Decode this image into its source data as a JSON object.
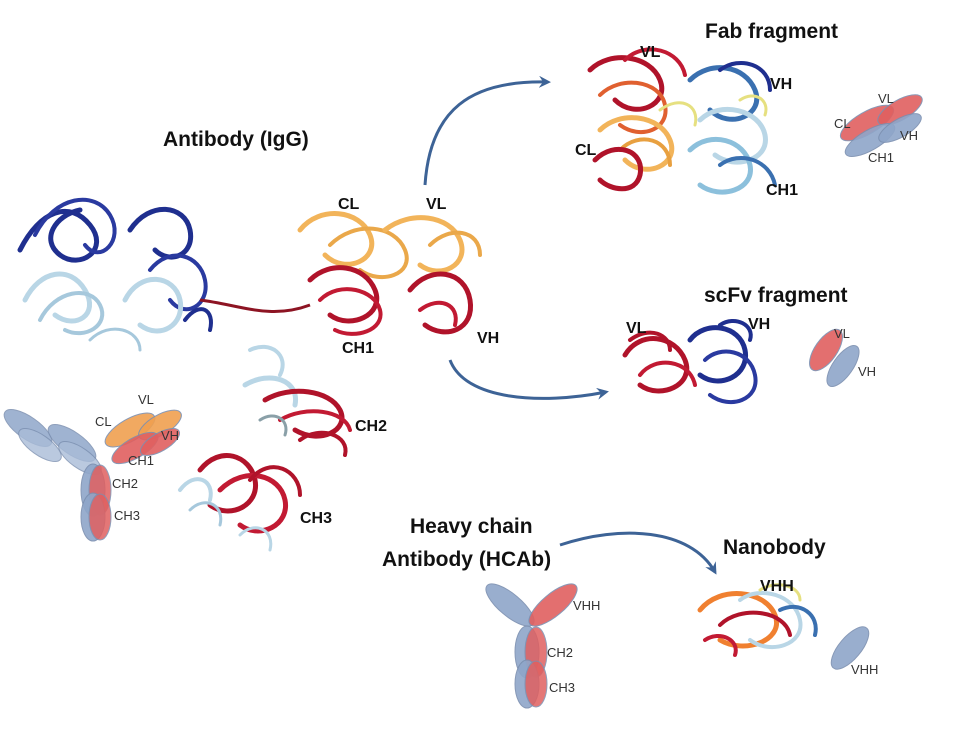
{
  "titles": {
    "igg": "Antibody (IgG)",
    "fab": "Fab fragment",
    "scfv": "scFv fragment",
    "hcab_line1": "Heavy chain",
    "hcab_line2": "Antibody (HCAb)",
    "nanobody": "Nanobody"
  },
  "structure_labels": {
    "igg_cl": "CL",
    "igg_vl": "VL",
    "igg_ch1": "CH1",
    "igg_vh": "VH",
    "igg_ch2": "CH2",
    "igg_ch3": "CH3",
    "fab_vl": "VL",
    "fab_vh": "VH",
    "fab_cl": "CL",
    "fab_ch1": "CH1",
    "scfv_vl": "VL",
    "scfv_vh": "VH",
    "nano_vhh": "VHH"
  },
  "schematic_labels": {
    "igg_vl": "VL",
    "igg_cl": "CL",
    "igg_vh": "VH",
    "igg_ch1": "CH1",
    "igg_ch2": "CH2",
    "igg_ch3": "CH3",
    "fab_vl": "VL",
    "fab_cl": "CL",
    "fab_vh": "VH",
    "fab_ch1": "CH1",
    "scfv_vl": "VL",
    "scfv_vh": "VH",
    "hcab_vhh": "VHH",
    "hcab_ch2": "CH2",
    "hcab_ch3": "CH3",
    "nano_vhh": "VHH"
  },
  "colors": {
    "heavy_chain": "#b0132a",
    "light_chain": "#f2b45a",
    "light_blue": "#b9d6e6",
    "dark_blue": "#1f2f8f",
    "arrow": "#3d6396",
    "schematic_blue": "#8fa6c9",
    "schematic_red": "#e06060",
    "schematic_orange": "#f0a050"
  }
}
